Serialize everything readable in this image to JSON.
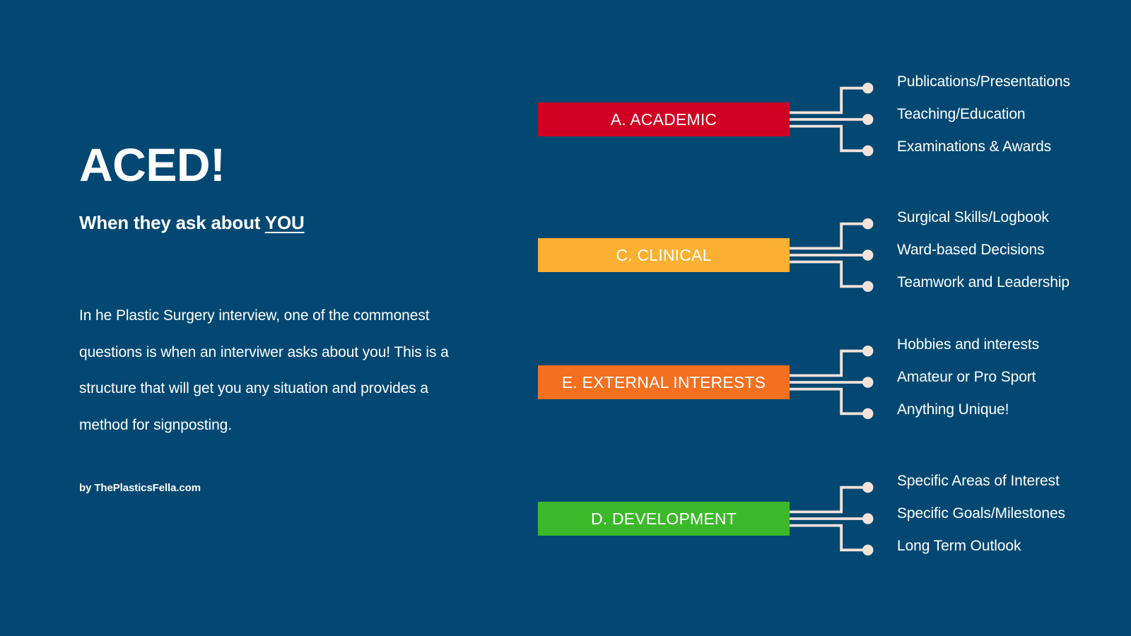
{
  "theme": {
    "background_color": "#034872",
    "line_color": "#F3E2DA",
    "text_color": "#FFFFFF"
  },
  "left": {
    "headline": "ACED!",
    "subhead_prefix": "When they ask about ",
    "subhead_emphasis": "YOU",
    "body": "In he Plastic Surgery interview, one of the commonest questions is when an interviwer asks about you! This is a structure that will get you any situation and provides a method for signposting.",
    "byline": "by ThePlasticsFella.com"
  },
  "diagram": {
    "groups": [
      {
        "label": "A. ACADEMIC",
        "color": "#D10022",
        "branches": [
          "Publications/Presentations",
          "Teaching/Education",
          "Examinations & Awards"
        ]
      },
      {
        "label": "C. CLINICAL",
        "color": "#FAB032",
        "branches": [
          "Surgical Skills/Logbook",
          "Ward-based Decisions",
          "Teamwork and Leadership"
        ]
      },
      {
        "label": "E. EXTERNAL INTERESTS",
        "color": "#F37021",
        "branches": [
          "Hobbies and interests",
          "Amateur or Pro Sport",
          "Anything Unique!"
        ]
      },
      {
        "label": "D. DEVELOPMENT",
        "color": "#3BB92A",
        "branches": [
          "Specific Areas of Interest",
          "Specific Goals/Milestones",
          "Long Term Outlook"
        ]
      }
    ]
  }
}
